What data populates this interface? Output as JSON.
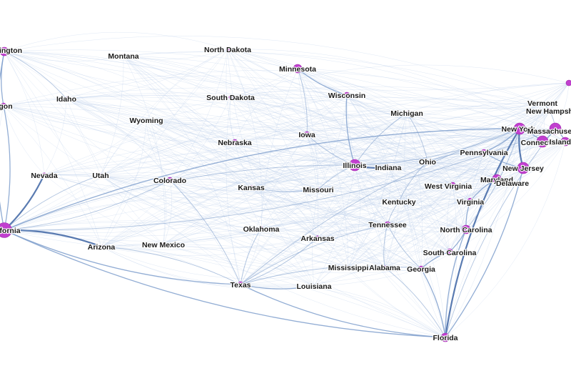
{
  "colors": {
    "background": "#ffffff",
    "node_fill": "#c13fcf",
    "node_stroke": "#9b27a8",
    "edge_light": "#b9cde8",
    "edge_mid": "#7f9fcc",
    "edge_dark": "#3d64a3",
    "label": "#1a1a1a"
  },
  "nodes": [
    {
      "id": "washington",
      "label": "ington",
      "size": 2
    },
    {
      "id": "oregon",
      "label": "gon",
      "size": 1
    },
    {
      "id": "california",
      "label": "fornia",
      "size": 4
    },
    {
      "id": "nevada",
      "label": "Nevada",
      "size": 0
    },
    {
      "id": "idaho",
      "label": "Idaho",
      "size": 0
    },
    {
      "id": "montana",
      "label": "Montana",
      "size": 0
    },
    {
      "id": "utah",
      "label": "Utah",
      "size": 0
    },
    {
      "id": "wyoming",
      "label": "Wyoming",
      "size": 0
    },
    {
      "id": "arizona",
      "label": "Arizona",
      "size": 0
    },
    {
      "id": "colorado",
      "label": "Colorado",
      "size": 1
    },
    {
      "id": "new-mexico",
      "label": "New Mexico",
      "size": 0
    },
    {
      "id": "north-dakota",
      "label": "North Dakota",
      "size": 0
    },
    {
      "id": "south-dakota",
      "label": "South Dakota",
      "size": 0
    },
    {
      "id": "nebraska",
      "label": "Nebraska",
      "size": 1
    },
    {
      "id": "kansas",
      "label": "Kansas",
      "size": 0
    },
    {
      "id": "oklahoma",
      "label": "Oklahoma",
      "size": 0
    },
    {
      "id": "texas",
      "label": "Texas",
      "size": 1
    },
    {
      "id": "minnesota",
      "label": "Minnesota",
      "size": 2
    },
    {
      "id": "iowa",
      "label": "Iowa",
      "size": 1
    },
    {
      "id": "missouri",
      "label": "Missouri",
      "size": 0
    },
    {
      "id": "arkansas",
      "label": "Arkansas",
      "size": 0
    },
    {
      "id": "louisiana",
      "label": "Louisiana",
      "size": 0
    },
    {
      "id": "wisconsin",
      "label": "Wisconsin",
      "size": 1
    },
    {
      "id": "illinois",
      "label": "Illinois",
      "size": 3
    },
    {
      "id": "michigan",
      "label": "Michigan",
      "size": 0
    },
    {
      "id": "indiana",
      "label": "Indiana",
      "size": 0
    },
    {
      "id": "ohio",
      "label": "Ohio",
      "size": 0
    },
    {
      "id": "kentucky",
      "label": "Kentucky",
      "size": 0
    },
    {
      "id": "tennessee",
      "label": "Tennessee",
      "size": 1
    },
    {
      "id": "mississippi",
      "label": "Mississippi",
      "size": 0
    },
    {
      "id": "alabama",
      "label": "Alabama",
      "size": 0
    },
    {
      "id": "georgia",
      "label": "Georgia",
      "size": 1
    },
    {
      "id": "florida",
      "label": "Florida",
      "size": 2
    },
    {
      "id": "south-carolina",
      "label": "South Carolina",
      "size": 1
    },
    {
      "id": "north-carolina",
      "label": "North Carolina",
      "size": 2
    },
    {
      "id": "virginia",
      "label": "Virginia",
      "size": 1
    },
    {
      "id": "west-virginia",
      "label": "West Virginia",
      "size": 1
    },
    {
      "id": "pennsylvania",
      "label": "Pennsylvania",
      "size": 1
    },
    {
      "id": "maryland",
      "label": "Maryland",
      "size": 2
    },
    {
      "id": "delaware",
      "label": "Delaware",
      "size": 1
    },
    {
      "id": "new-jersey",
      "label": "New Jersey",
      "size": 3
    },
    {
      "id": "new-york",
      "label": "New York",
      "size": 3
    },
    {
      "id": "connecticut",
      "label": "Connecticut",
      "size": 3
    },
    {
      "id": "massachusetts",
      "label": "Massachuse",
      "size": 3
    },
    {
      "id": "rhode-island",
      "label": "Island",
      "size": 2
    },
    {
      "id": "vermont",
      "label": "Vermont",
      "size": 0
    },
    {
      "id": "new-hampshire",
      "label": "New Hampsh",
      "size": 0
    },
    {
      "id": "maine",
      "label": "",
      "size": 1
    }
  ],
  "strong_edges": [
    [
      "california",
      "nevada",
      3
    ],
    [
      "california",
      "arizona",
      3
    ],
    [
      "california",
      "texas",
      2
    ],
    [
      "california",
      "washington",
      2
    ],
    [
      "california",
      "oregon",
      2
    ],
    [
      "california",
      "new-york",
      2
    ],
    [
      "california",
      "florida",
      2
    ],
    [
      "california",
      "illinois",
      1
    ],
    [
      "california",
      "colorado",
      1
    ],
    [
      "california",
      "utah",
      1
    ],
    [
      "washington",
      "oregon",
      2
    ],
    [
      "washington",
      "idaho",
      1
    ],
    [
      "texas",
      "louisiana",
      2
    ],
    [
      "texas",
      "oklahoma",
      1
    ],
    [
      "texas",
      "florida",
      2
    ],
    [
      "texas",
      "georgia",
      1
    ],
    [
      "texas",
      "arizona",
      1
    ],
    [
      "texas",
      "new-york",
      1
    ],
    [
      "illinois",
      "indiana",
      3
    ],
    [
      "illinois",
      "wisconsin",
      2
    ],
    [
      "illinois",
      "missouri",
      1
    ],
    [
      "illinois",
      "michigan",
      1
    ],
    [
      "illinois",
      "new-york",
      1
    ],
    [
      "illinois",
      "iowa",
      1
    ],
    [
      "new-york",
      "new-jersey",
      3
    ],
    [
      "new-york",
      "connecticut",
      2
    ],
    [
      "new-york",
      "massachusetts",
      2
    ],
    [
      "new-york",
      "pennsylvania",
      2
    ],
    [
      "new-york",
      "florida",
      3
    ],
    [
      "new-york",
      "north-carolina",
      1
    ],
    [
      "new-york",
      "maryland",
      1
    ],
    [
      "new-jersey",
      "pennsylvania",
      2
    ],
    [
      "maryland",
      "virginia",
      2
    ],
    [
      "maryland",
      "delaware",
      1
    ],
    [
      "virginia",
      "north-carolina",
      2
    ],
    [
      "north-carolina",
      "south-carolina",
      2
    ],
    [
      "south-carolina",
      "georgia",
      2
    ],
    [
      "georgia",
      "florida",
      2
    ],
    [
      "florida",
      "alabama",
      1
    ],
    [
      "florida",
      "north-carolina",
      2
    ],
    [
      "florida",
      "new-jersey",
      2
    ],
    [
      "florida",
      "massachusetts",
      1
    ],
    [
      "tennessee",
      "georgia",
      1
    ],
    [
      "tennessee",
      "kentucky",
      1
    ],
    [
      "tennessee",
      "alabama",
      1
    ],
    [
      "kentucky",
      "ohio",
      1
    ],
    [
      "ohio",
      "michigan",
      1
    ],
    [
      "ohio",
      "pennsylvania",
      1
    ],
    [
      "minnesota",
      "wisconsin",
      2
    ],
    [
      "minnesota",
      "iowa",
      1
    ],
    [
      "kansas",
      "missouri",
      1
    ],
    [
      "arkansas",
      "texas",
      1
    ],
    [
      "mississippi",
      "alabama",
      1
    ],
    [
      "colorado",
      "texas",
      1
    ],
    [
      "connecticut",
      "massachusetts",
      2
    ],
    [
      "massachusetts",
      "rhode-island",
      2
    ],
    [
      "massachusetts",
      "new-hampshire",
      1
    ],
    [
      "vermont",
      "new-hampshire",
      1
    ],
    [
      "california",
      "massachusetts",
      1
    ],
    [
      "texas",
      "tennessee",
      1
    ]
  ]
}
